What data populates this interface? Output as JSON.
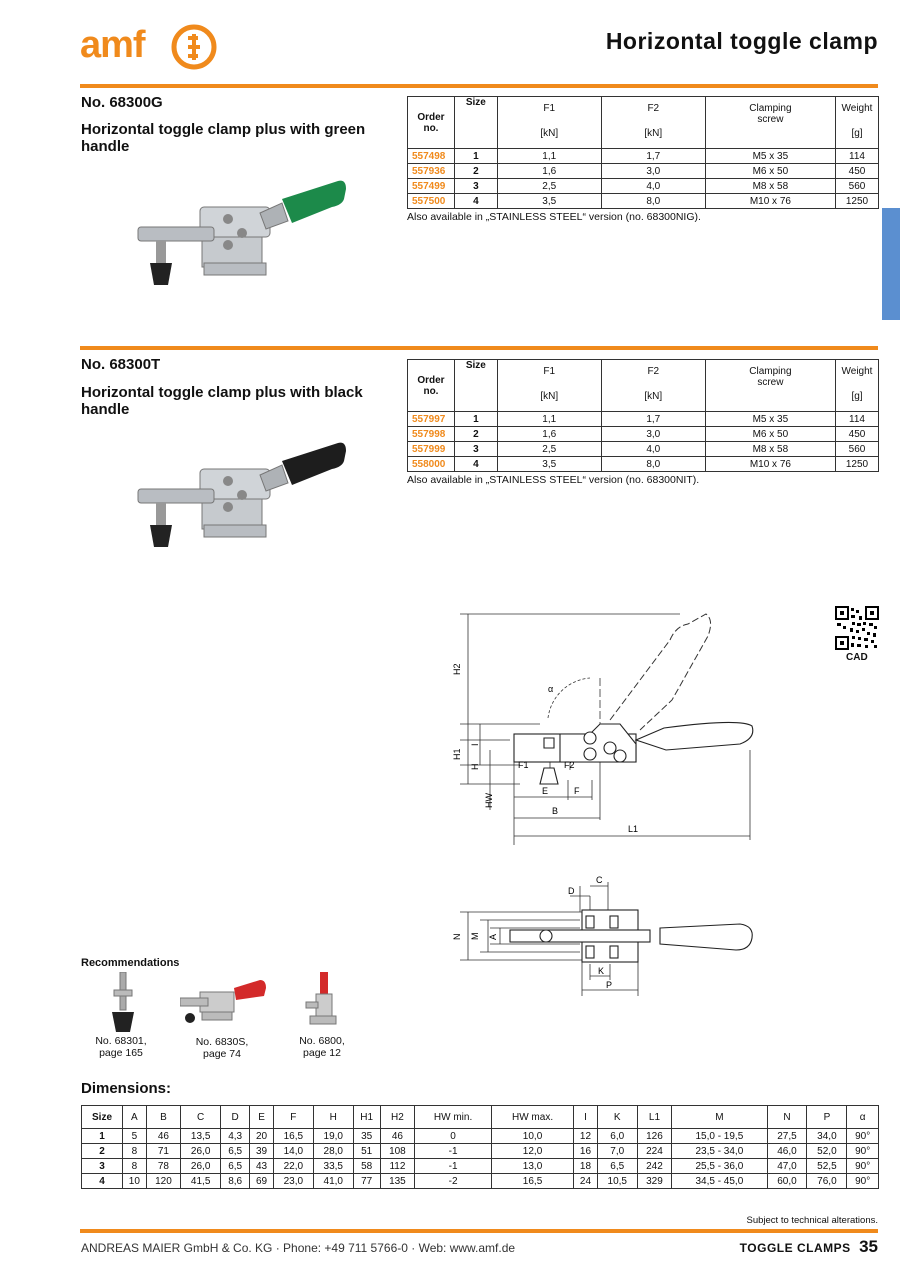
{
  "logo": {
    "text": "amf"
  },
  "header": {
    "title": "Horizontal toggle clamp"
  },
  "products": [
    {
      "number": "No. 68300G",
      "description": "Horizontal toggle clamp plus with green handle",
      "handle_color": "#1c8a4a",
      "note": "Also available in „STAINLESS STEEL“ version (no. 68300NIG).",
      "rows": [
        {
          "order": "557498",
          "size": "1",
          "f1": "1,1",
          "f2": "1,7",
          "screw": "M5 x 35",
          "weight": "114"
        },
        {
          "order": "557936",
          "size": "2",
          "f1": "1,6",
          "f2": "3,0",
          "screw": "M6 x 50",
          "weight": "450"
        },
        {
          "order": "557499",
          "size": "3",
          "f1": "2,5",
          "f2": "4,0",
          "screw": "M8 x 58",
          "weight": "560"
        },
        {
          "order": "557500",
          "size": "4",
          "f1": "3,5",
          "f2": "8,0",
          "screw": "M10 x 76",
          "weight": "1250"
        }
      ]
    },
    {
      "number": "No. 68300T",
      "description": "Horizontal toggle clamp plus with black handle",
      "handle_color": "#1d1d1d",
      "note": "Also available in „STAINLESS STEEL“ version (no. 68300NIT).",
      "rows": [
        {
          "order": "557997",
          "size": "1",
          "f1": "1,1",
          "f2": "1,7",
          "screw": "M5 x 35",
          "weight": "114"
        },
        {
          "order": "557998",
          "size": "2",
          "f1": "1,6",
          "f2": "3,0",
          "screw": "M6 x 50",
          "weight": "450"
        },
        {
          "order": "557999",
          "size": "3",
          "f1": "2,5",
          "f2": "4,0",
          "screw": "M8 x 58",
          "weight": "560"
        },
        {
          "order": "558000",
          "size": "4",
          "f1": "3,5",
          "f2": "8,0",
          "screw": "M10 x 76",
          "weight": "1250"
        }
      ]
    }
  ],
  "spec_headers": {
    "order": "Order no.",
    "size": "Size",
    "f1": "F1",
    "f1_unit": "[kN]",
    "f2": "F2",
    "f2_unit": "[kN]",
    "screw": "Clamping screw",
    "weight": "Weight",
    "weight_unit": "[g]"
  },
  "qr": {
    "label": "CAD"
  },
  "drawing_labels": {
    "h2": "H2",
    "h1": "H1",
    "h": "H",
    "i": "I",
    "hw": "HW",
    "alpha": "α",
    "f1": "F1",
    "f2": "F2",
    "e": "E",
    "f": "F",
    "b": "B",
    "l1": "L1",
    "c": "C",
    "d": "D",
    "n": "N",
    "m": "M",
    "a": "A",
    "k": "K",
    "p": "P"
  },
  "recommendations": {
    "title": "Recommendations",
    "items": [
      {
        "line1": "No. 68301,",
        "line2": "page 165"
      },
      {
        "line1": "No. 6830S,",
        "line2": "page 74"
      },
      {
        "line1": "No. 6800,",
        "line2": "page 12"
      }
    ]
  },
  "dimensions": {
    "title": "Dimensions:",
    "headers": [
      "Size",
      "A",
      "B",
      "C",
      "D",
      "E",
      "F",
      "H",
      "H1",
      "H2",
      "HW min.",
      "HW max.",
      "I",
      "K",
      "L1",
      "M",
      "N",
      "P",
      "α"
    ],
    "rows": [
      [
        "1",
        "5",
        "46",
        "13,5",
        "4,3",
        "20",
        "16,5",
        "19,0",
        "35",
        "46",
        "0",
        "10,0",
        "12",
        "6,0",
        "126",
        "15,0 - 19,5",
        "27,5",
        "34,0",
        "90°"
      ],
      [
        "2",
        "8",
        "71",
        "26,0",
        "6,5",
        "39",
        "14,0",
        "28,0",
        "51",
        "108",
        "-1",
        "12,0",
        "16",
        "7,0",
        "224",
        "23,5 - 34,0",
        "46,0",
        "52,0",
        "90°"
      ],
      [
        "3",
        "8",
        "78",
        "26,0",
        "6,5",
        "43",
        "22,0",
        "33,5",
        "58",
        "112",
        "-1",
        "13,0",
        "18",
        "6,5",
        "242",
        "25,5 - 36,0",
        "47,0",
        "52,5",
        "90°"
      ],
      [
        "4",
        "10",
        "120",
        "41,5",
        "8,6",
        "69",
        "23,0",
        "41,0",
        "77",
        "135",
        "-2",
        "16,5",
        "24",
        "10,5",
        "329",
        "34,5 - 45,0",
        "60,0",
        "76,0",
        "90°"
      ]
    ]
  },
  "footer": {
    "subject": "Subject to technical alterations.",
    "company": "ANDREAS MAIER GmbH & Co. KG · Phone: +49 711 5766-0 · Web: www.amf.de",
    "section": "TOGGLE CLAMPS",
    "page": "35"
  },
  "colors": {
    "accent": "#f08a1c",
    "side_tab": "#5b8fd0"
  }
}
